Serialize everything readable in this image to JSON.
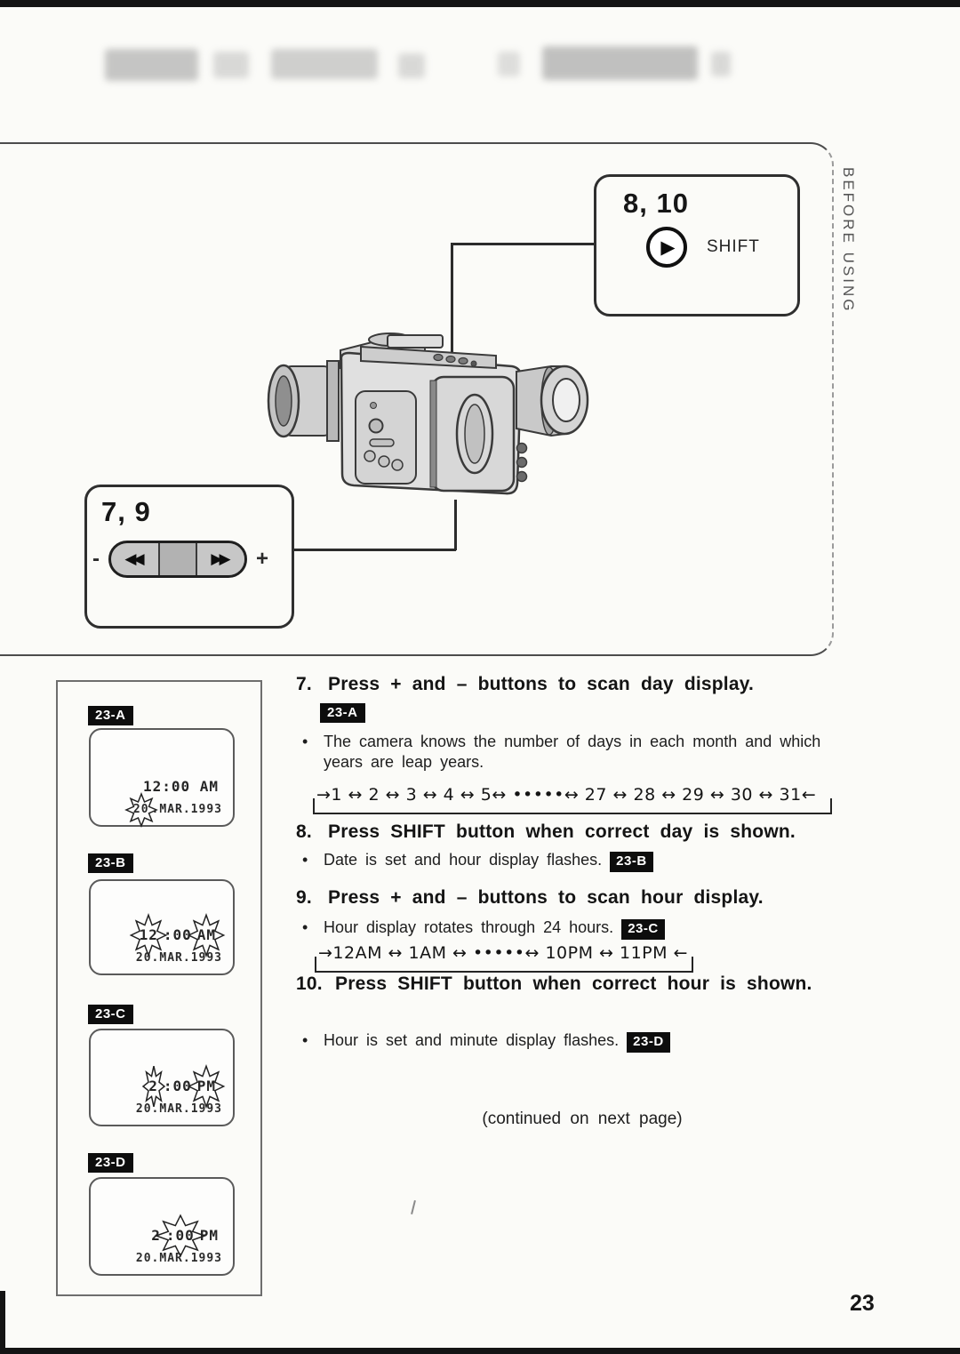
{
  "page": {
    "number": "23",
    "side_tab_label": "BEFORE USING",
    "continued_note": "(continued on next page)",
    "bullet_char": "•"
  },
  "callouts": {
    "shift": {
      "label": "8, 10",
      "button_label": "SHIFT",
      "play_icon": "▶"
    },
    "scan": {
      "label": "7, 9",
      "minus": "-",
      "plus": "+",
      "rewind_icon": "◀◀",
      "forward_icon": "▶▶"
    }
  },
  "steps": {
    "s7": {
      "num": "7.",
      "title": "Press + and – buttons to scan day display.",
      "badge": "23-A",
      "bullet": "The camera knows the number of days in each month and which years are leap years.",
      "sequence": "→1 ↔ 2 ↔ 3 ↔ 4 ↔ 5↔ •••••↔ 27 ↔ 28 ↔ 29 ↔ 30 ↔ 31←"
    },
    "s8": {
      "num": "8.",
      "title": "Press SHIFT button when correct day is shown.",
      "bullet": "Date is set and hour display flashes.",
      "badge": "23-B"
    },
    "s9": {
      "num": "9.",
      "title": "Press + and – buttons to scan hour display.",
      "bullet": "Hour display rotates through 24 hours.",
      "badge": "23-C",
      "sequence": "→12AM ↔ 1AM ↔ •••••↔ 10PM ↔ 11PM ←"
    },
    "s10": {
      "num": "10.",
      "title": "Press SHIFT button when correct hour is shown.",
      "bullet": "Hour is set and minute display flashes.",
      "badge": "23-D"
    }
  },
  "lcd_panels": {
    "a": {
      "badge": "23-A",
      "time": "12:00 AM",
      "date_flash": "20",
      "date_rest": ".MAR.1993"
    },
    "b": {
      "badge": "23-B",
      "time_flash1": "12",
      "time_mid": ":00",
      "time_flash2": "AM",
      "date": "20.MAR.1993"
    },
    "c": {
      "badge": "23-C",
      "time_flash1": "2",
      "time_mid": ":00",
      "time_flash2": "PM",
      "date": "20.MAR.1993"
    },
    "d": {
      "badge": "23-D",
      "time_pre": "2",
      "time_flash": ":00",
      "time_post": "PM",
      "date": "20.MAR.1993"
    }
  }
}
